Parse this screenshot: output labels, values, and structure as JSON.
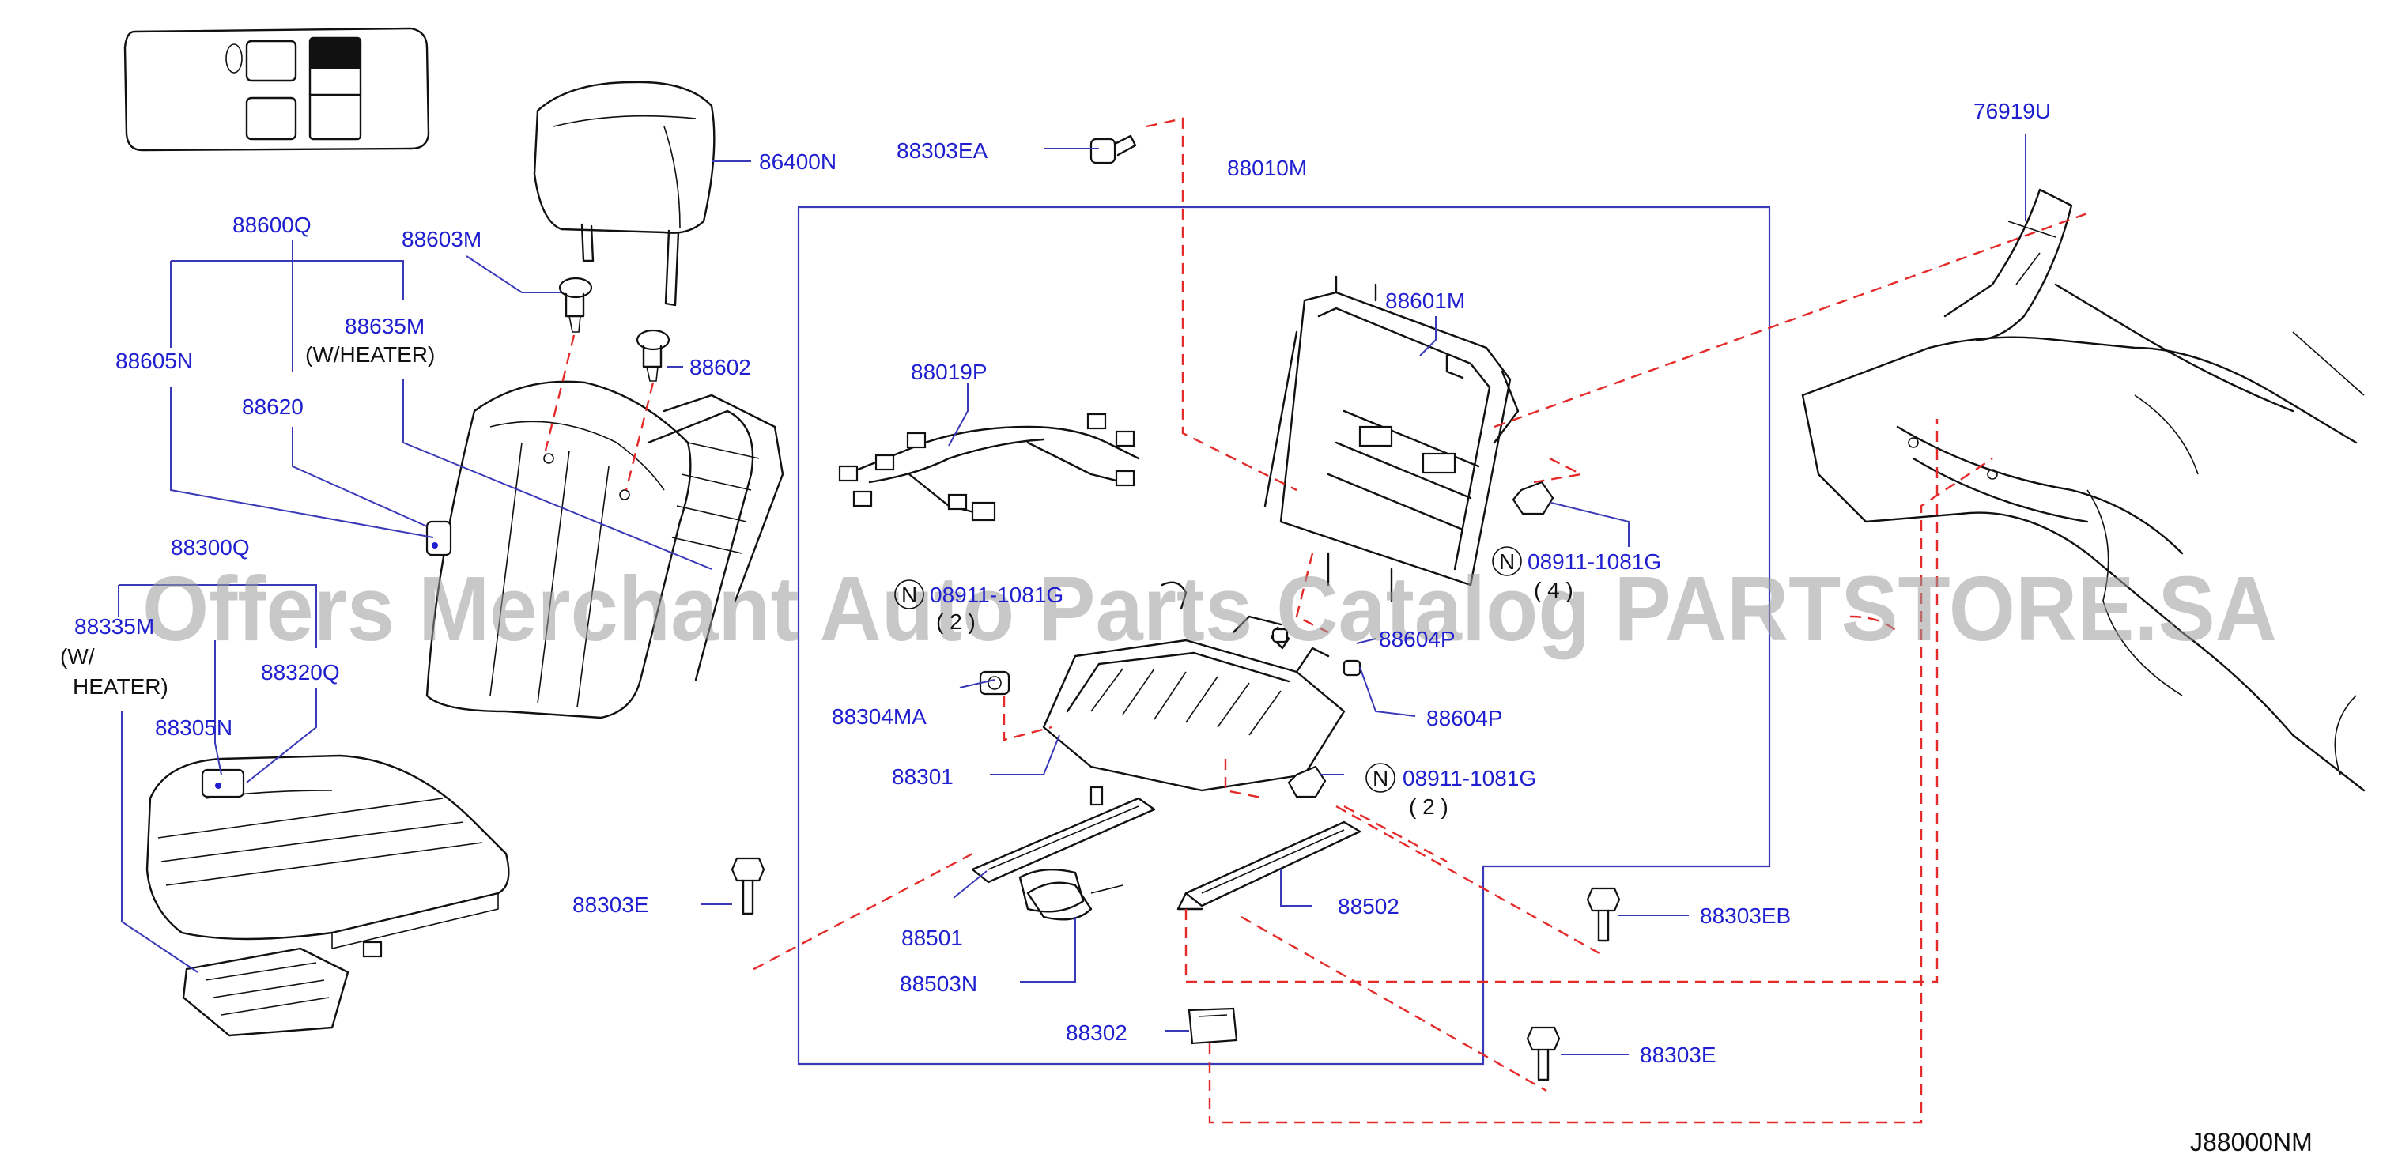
{
  "diagram_code": "J88000NM",
  "watermark": "Offers Merchant Auto Parts Catalog PARTSTORE.SA",
  "parts": {
    "p86400N": "86400N",
    "p88600Q": "88600Q",
    "p88603M": "88603M",
    "p88635M": "88635M",
    "p88605N": "88605N",
    "p88602": "88602",
    "p88620": "88620",
    "p88300Q": "88300Q",
    "p88335M": "88335M",
    "p88320Q": "88320Q",
    "p88305N": "88305N",
    "p88303EA": "88303EA",
    "p88010M": "88010M",
    "p88601M": "88601M",
    "p88019P": "88019P",
    "p08911_a": "08911-1081G",
    "p08911_b": "08911-1081G",
    "p08911_c": "08911-1081G",
    "p88604P_a": "88604P",
    "p88604P_b": "88604P",
    "p88304MA": "88304MA",
    "p88301": "88301",
    "p88303E_a": "88303E",
    "p88303E_b": "88303E",
    "p88303EB": "88303EB",
    "p88501": "88501",
    "p88502": "88502",
    "p88503N": "88503N",
    "p88302": "88302",
    "p76919U": "76919U"
  },
  "notes": {
    "w_heater_1": "(W/HEATER)",
    "w_open": "(W/",
    "heater_2": "HEATER)",
    "qty_4": "( 4 )",
    "qty_2a": "( 2 )",
    "qty_2b": "( 2 )",
    "n_a": "N",
    "n_b": "N",
    "n_c": "N"
  }
}
